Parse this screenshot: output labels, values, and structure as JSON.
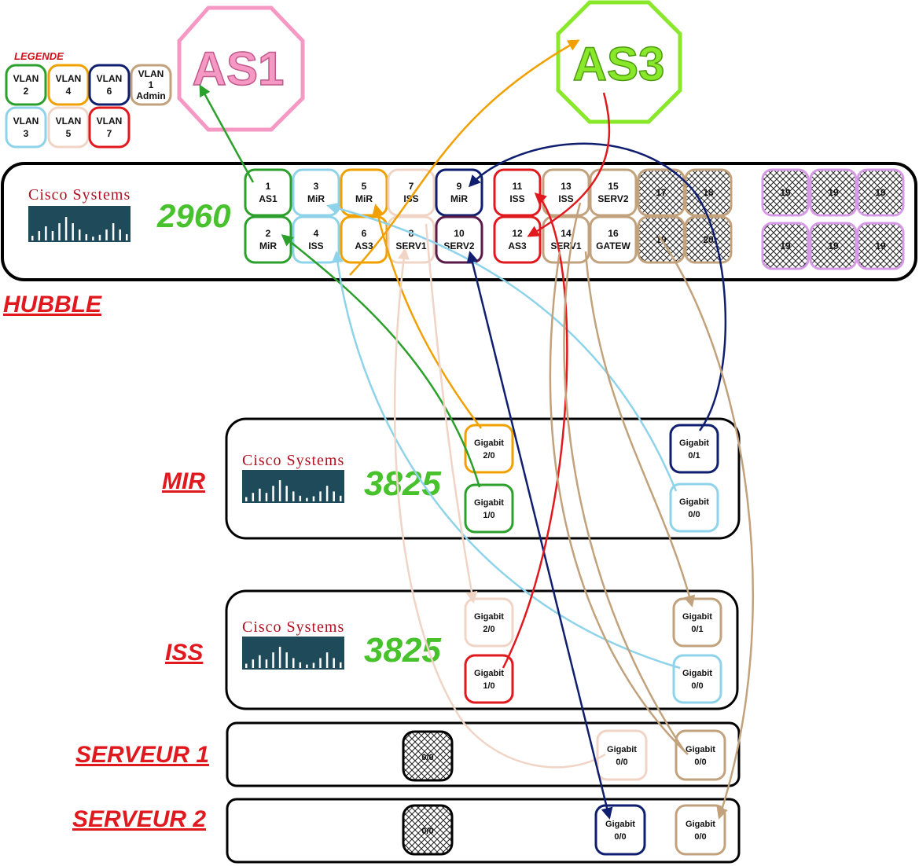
{
  "legend": {
    "title": "LEGENDE",
    "items": [
      {
        "lines": [
          "VLAN",
          "2"
        ],
        "color": "#2ca02c"
      },
      {
        "lines": [
          "VLAN",
          "4"
        ],
        "color": "#f0a000"
      },
      {
        "lines": [
          "VLAN",
          "6"
        ],
        "color": "#0f1e6e"
      },
      {
        "lines": [
          "VLAN",
          "1",
          "Admin"
        ],
        "color": "#c2a27c"
      },
      {
        "lines": [
          "VLAN",
          "3"
        ],
        "color": "#8fd3ea"
      },
      {
        "lines": [
          "VLAN",
          "5"
        ],
        "color": "#f0d4c6"
      },
      {
        "lines": [
          "VLAN",
          "7"
        ],
        "color": "#e0191e"
      }
    ]
  },
  "as_nodes": [
    {
      "label": "AS1",
      "color": "#f598c4"
    },
    {
      "label": "AS3",
      "color": "#8ae82a"
    }
  ],
  "switch": {
    "title": "HUBBLE",
    "model": "2960",
    "vendor": "Cisco Systems",
    "ports": [
      {
        "num": "1",
        "name": "AS1",
        "color": "#2ca02c"
      },
      {
        "num": "2",
        "name": "MiR",
        "color": "#2ca02c"
      },
      {
        "num": "3",
        "name": "MiR",
        "color": "#8fd3ea"
      },
      {
        "num": "4",
        "name": "ISS",
        "color": "#8fd3ea"
      },
      {
        "num": "5",
        "name": "MiR",
        "color": "#f0a000"
      },
      {
        "num": "6",
        "name": "AS3",
        "color": "#f0a000"
      },
      {
        "num": "7",
        "name": "ISS",
        "color": "#f0d4c6"
      },
      {
        "num": "8",
        "name": "SERV1",
        "color": "#f0d4c6"
      },
      {
        "num": "9",
        "name": "MiR",
        "color": "#0f1e6e"
      },
      {
        "num": "10",
        "name": "SERV2",
        "color": "#5a1a4a"
      },
      {
        "num": "11",
        "name": "ISS",
        "color": "#e0191e"
      },
      {
        "num": "12",
        "name": "AS3",
        "color": "#e0191e"
      },
      {
        "num": "13",
        "name": "ISS",
        "color": "#c2a27c"
      },
      {
        "num": "14",
        "name": "SERV1",
        "color": "#c2a27c"
      },
      {
        "num": "15",
        "name": "SERV2",
        "color": "#c2a27c"
      },
      {
        "num": "16",
        "name": "GATEW",
        "color": "#c2a27c"
      }
    ],
    "unused_ports": [
      {
        "label": "17",
        "color": "#c2a27c"
      },
      {
        "label": "18",
        "color": "#c2a27c"
      },
      {
        "label": "19",
        "color": "#c2a27c"
      },
      {
        "label": "20",
        "color": "#c2a27c"
      },
      {
        "label": "19",
        "color": "#d79ae6"
      },
      {
        "label": "19",
        "color": "#d79ae6"
      },
      {
        "label": "19",
        "color": "#d79ae6"
      },
      {
        "label": "19",
        "color": "#d79ae6"
      },
      {
        "label": "19",
        "color": "#d79ae6"
      },
      {
        "label": "19",
        "color": "#d79ae6"
      }
    ]
  },
  "routers": [
    {
      "title": "MIR",
      "model": "3825",
      "vendor": "Cisco Systems",
      "interfaces": [
        {
          "lines": [
            "Gigabit",
            "2/0"
          ],
          "color": "#f0a000"
        },
        {
          "lines": [
            "Gigabit",
            "1/0"
          ],
          "color": "#2ca02c"
        },
        {
          "lines": [
            "Gigabit",
            "0/1"
          ],
          "color": "#0f1e6e"
        },
        {
          "lines": [
            "Gigabit",
            "0/0"
          ],
          "color": "#8fd3ea"
        }
      ]
    },
    {
      "title": "ISS",
      "model": "3825",
      "vendor": "Cisco Systems",
      "interfaces": [
        {
          "lines": [
            "Gigabit",
            "2/0"
          ],
          "color": "#f0d4c6"
        },
        {
          "lines": [
            "Gigabit",
            "1/0"
          ],
          "color": "#e0191e"
        },
        {
          "lines": [
            "Gigabit",
            "0/1"
          ],
          "color": "#c2a27c"
        },
        {
          "lines": [
            "Gigabit",
            "0/0"
          ],
          "color": "#8fd3ea"
        }
      ]
    }
  ],
  "servers": [
    {
      "title": "SERVEUR 1",
      "unused": "0/0",
      "interfaces": [
        {
          "lines": [
            "Gigabit",
            "0/0"
          ],
          "color": "#f0d4c6"
        },
        {
          "lines": [
            "Gigabit",
            "0/0"
          ],
          "color": "#c2a27c"
        }
      ]
    },
    {
      "title": "SERVEUR 2",
      "unused": "0/0",
      "interfaces": [
        {
          "lines": [
            "Gigabit",
            "0/0"
          ],
          "color": "#0f1e6e"
        },
        {
          "lines": [
            "Gigabit",
            "0/0"
          ],
          "color": "#c2a27c"
        }
      ]
    }
  ]
}
